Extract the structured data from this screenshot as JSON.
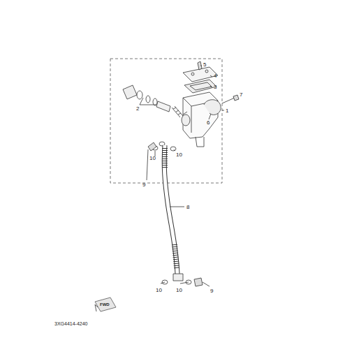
{
  "diagram": {
    "labels": [
      "5",
      "4",
      "3",
      "7",
      "6",
      "1",
      "2",
      "10",
      "10",
      "9",
      "8",
      "10",
      "10",
      "9",
      "FWD",
      "3XG4414-4240"
    ]
  }
}
